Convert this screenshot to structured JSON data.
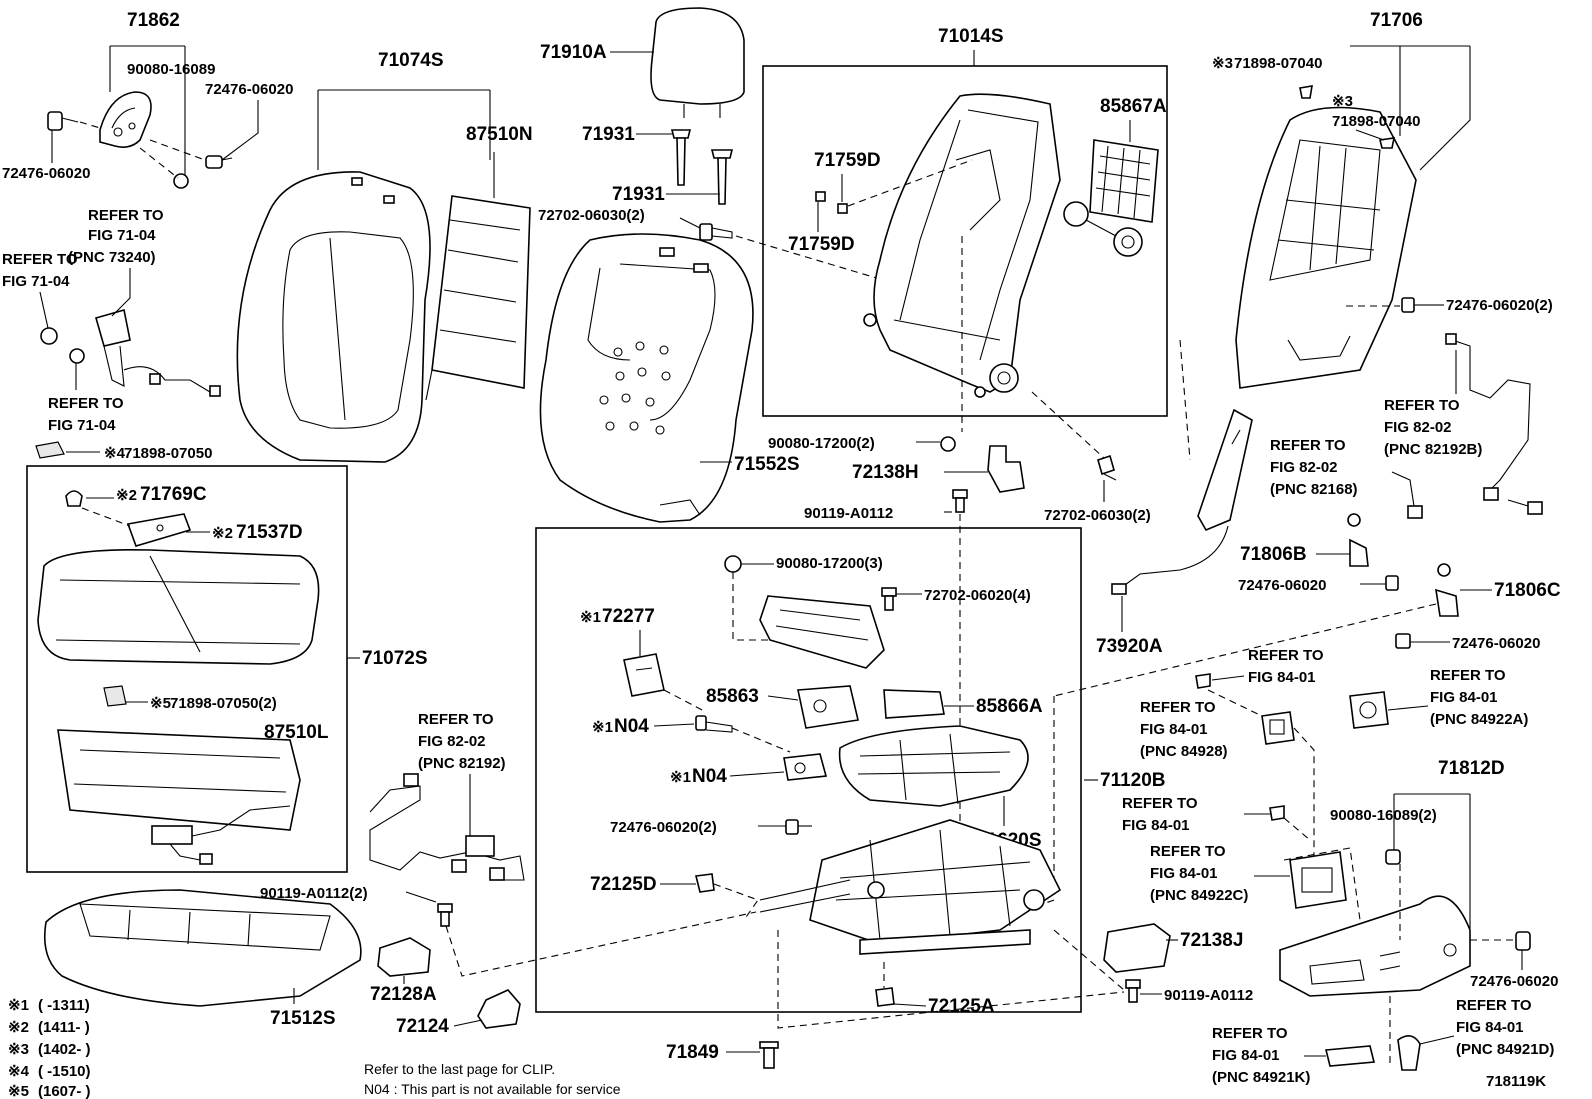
{
  "diagram_code": "718119K",
  "parts": {
    "p71862": "71862",
    "p90080_16089": "90080-16089",
    "p72476_06020_a": "72476-06020",
    "p72476_06020_b": "72476-06020",
    "p71074S": "71074S",
    "p87510N": "87510N",
    "p71910A": "71910A",
    "p71931_a": "71931",
    "p71931_b": "71931",
    "p72702_06030_2a": "72702-06030(2)",
    "p71552S": "71552S",
    "p71014S": "71014S",
    "p85867A": "85867A",
    "p71759D_a": "71759D",
    "p71759D_b": "71759D",
    "p90080_17200_2": "90080-17200(2)",
    "p72138H": "72138H",
    "p90119_A0112": "90119-A0112",
    "p72702_06030_2b": "72702-06030(2)",
    "p71706": "71706",
    "p71898_07040_a": "71898-07040",
    "p71898_07040_b": "71898-07040",
    "p72476_06020_2a": "72476-06020(2)",
    "p71898_07050": "71898-07050",
    "p71769C": "71769C",
    "p71537D": "71537D",
    "p71072S": "71072S",
    "p71898_07050_2": "71898-07050(2)",
    "p87510L": "87510L",
    "p90119_A0112_2": "90119-A0112(2)",
    "p71512S": "71512S",
    "p72128A": "72128A",
    "p72124": "72124",
    "p90080_17200_3": "90080-17200(3)",
    "p72702_06020_4": "72702-06020(4)",
    "p72277": "72277",
    "p85863": "85863",
    "p85866A": "85866A",
    "pN04_a": "N04",
    "pN04_b": "N04",
    "p71120B": "71120B",
    "p72476_06020_2b": "72476-06020(2)",
    "p71620S": "71620S",
    "p72125D": "72125D",
    "p72125A": "72125A",
    "p71849": "71849",
    "p71806B": "71806B",
    "p72476_06020_c": "72476-06020",
    "p71806C": "71806C",
    "p72476_06020_d": "72476-06020",
    "p73920A": "73920A",
    "p71812D": "71812D",
    "p90080_16089_2": "90080-16089(2)",
    "p72138J": "72138J",
    "p90119_A0112_b": "90119-A0112",
    "p72476_06020_e": "72476-06020"
  },
  "marks": {
    "m1": "※1",
    "m1b": "※1",
    "m1c": "※1",
    "m2a": "※2",
    "m2b": "※2",
    "m3a": "※3",
    "m3b": "※3",
    "m4": "※4",
    "m5": "※5"
  },
  "refs": {
    "r1": [
      "REFER TO",
      "FIG 71-04",
      "(PNC 73240)"
    ],
    "r2": [
      "REFER TO",
      "FIG 71-04"
    ],
    "r3": [
      "REFER TO",
      "FIG 71-04"
    ],
    "r4": [
      "REFER TO",
      "FIG 82-02",
      "(PNC 82192)"
    ],
    "r5": [
      "REFER TO",
      "FIG 82-02",
      "(PNC 82192B)"
    ],
    "r6": [
      "REFER TO",
      "FIG 82-02",
      "(PNC 82168)"
    ],
    "r7": [
      "REFER TO",
      "FIG 84-01"
    ],
    "r8": [
      "REFER TO",
      "FIG 84-01",
      "(PNC 84928)"
    ],
    "r9": [
      "REFER TO",
      "FIG 84-01",
      "(PNC 84922A)"
    ],
    "r10": [
      "REFER TO",
      "FIG 84-01"
    ],
    "r11": [
      "REFER TO",
      "FIG 84-01",
      "(PNC 84922C)"
    ],
    "r12": [
      "REFER TO",
      "FIG 84-01",
      "(PNC 84921K)"
    ],
    "r13": [
      "REFER TO",
      "FIG 84-01",
      "(PNC 84921D)"
    ]
  },
  "legend": [
    {
      "mark": "※1",
      "range": "(      -1311)"
    },
    {
      "mark": "※2",
      "range": "(1411-      )"
    },
    {
      "mark": "※3",
      "range": "(1402-      )"
    },
    {
      "mark": "※4",
      "range": "(      -1510)"
    },
    {
      "mark": "※5",
      "range": "(1607-      )"
    }
  ],
  "notes": {
    "clip": "Refer to the last page for CLIP.",
    "n04": "N04 : This part is not available for service"
  }
}
